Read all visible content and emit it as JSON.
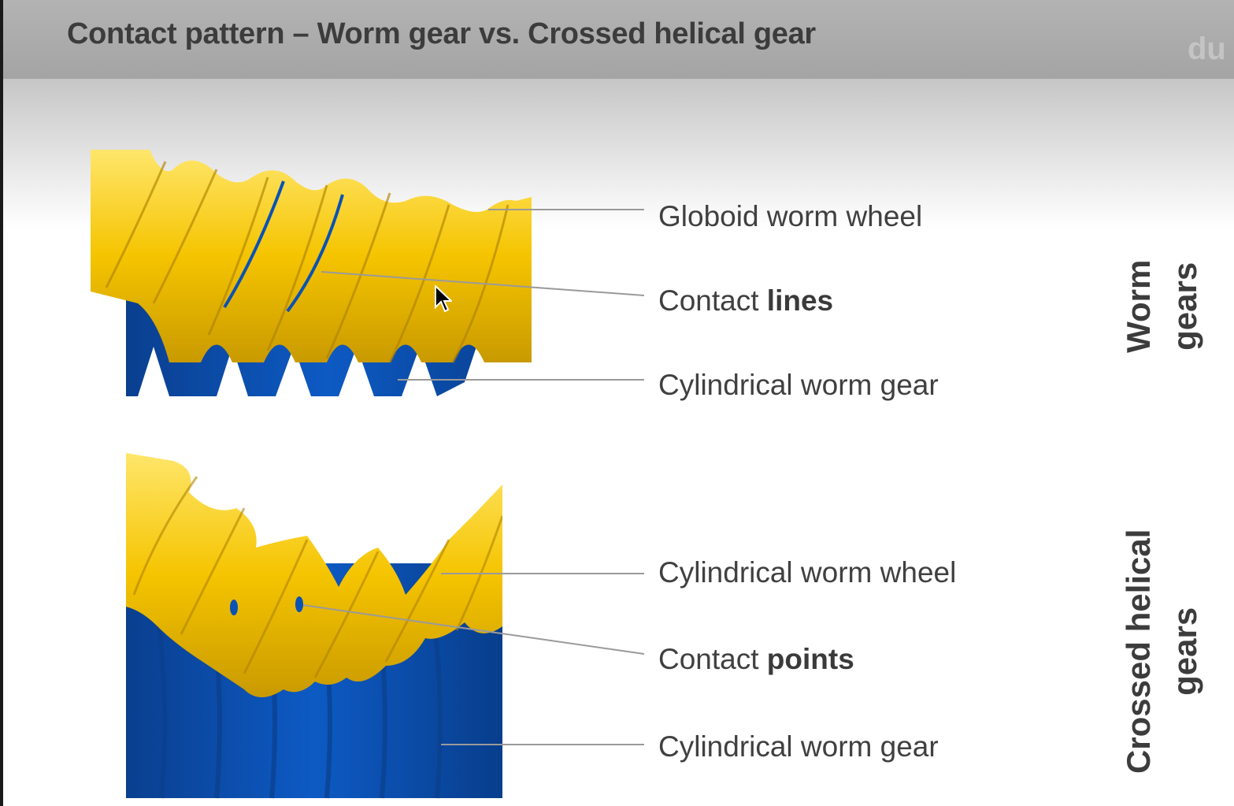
{
  "title": "Contact pattern – Worm gear vs. Crossed helical gear",
  "logo_text": "du",
  "colors": {
    "gear_yellow": "#f4c800",
    "gear_blue": "#0a52b4",
    "header": "#a9a9a9",
    "leader_line": "#9a9a9a"
  },
  "worm": {
    "labels": {
      "wheel": "Globoid worm wheel",
      "contact_prefix": "Contact ",
      "contact_bold": "lines",
      "gear": "Cylindrical worm gear"
    },
    "section_title": [
      "Worm",
      "gears"
    ]
  },
  "crossed": {
    "labels": {
      "wheel": "Cylindrical worm wheel",
      "contact_prefix": "Contact ",
      "contact_bold": "points",
      "gear": "Cylindrical worm gear"
    },
    "section_title": [
      "Crossed helical",
      "gears"
    ]
  },
  "icons": {
    "cursor": "mouse-pointer-icon"
  }
}
